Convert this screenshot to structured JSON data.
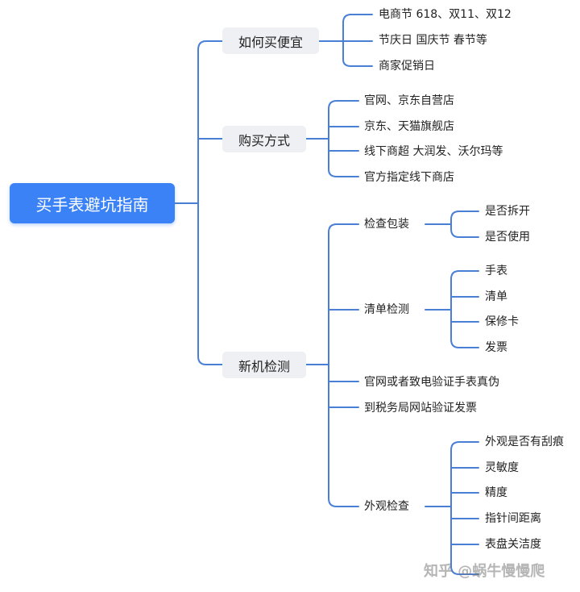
{
  "root": "买手表避坑指南",
  "branches": [
    {
      "label": "如何买便宜",
      "children": [
        {
          "label": "电商节 618、双11、双12"
        },
        {
          "label": "节庆日 国庆节 春节等"
        },
        {
          "label": "商家促销日"
        }
      ]
    },
    {
      "label": "购买方式",
      "children": [
        {
          "label": "官网、京东自营店"
        },
        {
          "label": "京东、天猫旗舰店"
        },
        {
          "label": "线下商超 大润发、沃尔玛等"
        },
        {
          "label": "官方指定线下商店"
        }
      ]
    },
    {
      "label": "新机检测",
      "children": [
        {
          "label": "检查包装",
          "children": [
            "是否拆开",
            "是否使用"
          ]
        },
        {
          "label": "清单检测",
          "children": [
            "手表",
            "清单",
            "保修卡",
            "发票"
          ]
        },
        {
          "label": "官网或者致电验证手表真伪"
        },
        {
          "label": "到税务局网站验证发票"
        },
        {
          "label": "外观检查",
          "children": [
            "外观是否有刮痕",
            "灵敏度",
            "精度",
            "指针间距离",
            "表盘关洁度"
          ]
        }
      ]
    }
  ],
  "watermark": "知乎 @蜗牛慢慢爬",
  "colors": {
    "line": "#4a7fd6",
    "root_bg": "#3b82f6",
    "node_bg": "#eef0f3"
  }
}
